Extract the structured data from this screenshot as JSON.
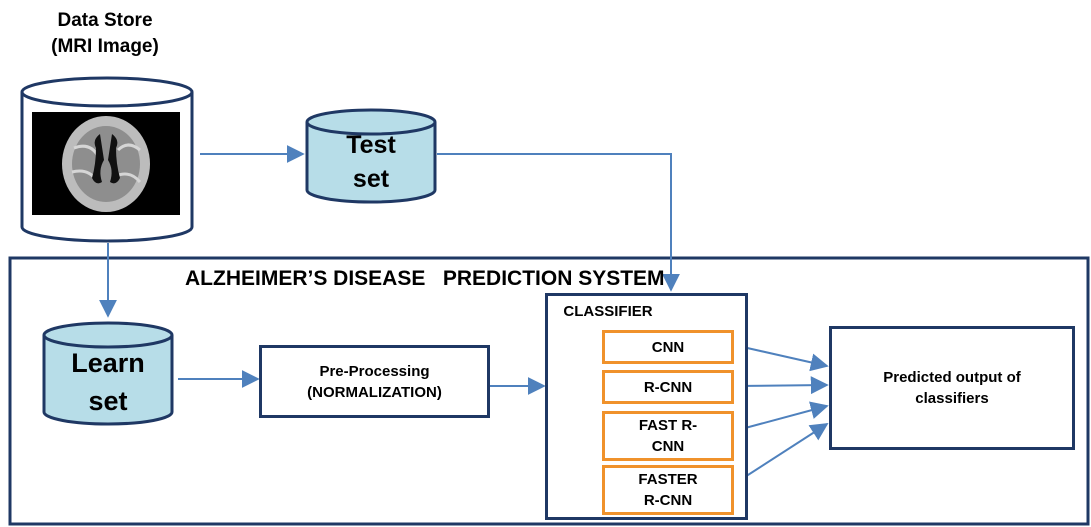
{
  "data_store": {
    "title_line1": "Data Store",
    "title_line2": "(MRI Image)"
  },
  "test_set": {
    "line1": "Test",
    "line2": "set"
  },
  "learn_set": {
    "line1": "Learn",
    "line2": "set"
  },
  "system_title": "ALZHEIMER’S DISEASE   PREDICTION SYSTEM",
  "preprocessing": {
    "line1": "Pre-Processing",
    "line2": "(NORMALIZATION)"
  },
  "classifier": {
    "title": "CLASSIFIER",
    "models": [
      {
        "line1": "CNN",
        "line2": ""
      },
      {
        "line1": "R-CNN",
        "line2": ""
      },
      {
        "line1": "FAST R-",
        "line2": "CNN"
      },
      {
        "line1": "FASTER",
        "line2": "R-CNN"
      }
    ]
  },
  "output": {
    "line1": "Predicted output of",
    "line2": "classifiers"
  },
  "colors": {
    "dark_blue": "#1f3864",
    "arrow_blue": "#4f81bd",
    "cylinder_fill": "#b7dde8",
    "orange": "#f0922b"
  }
}
